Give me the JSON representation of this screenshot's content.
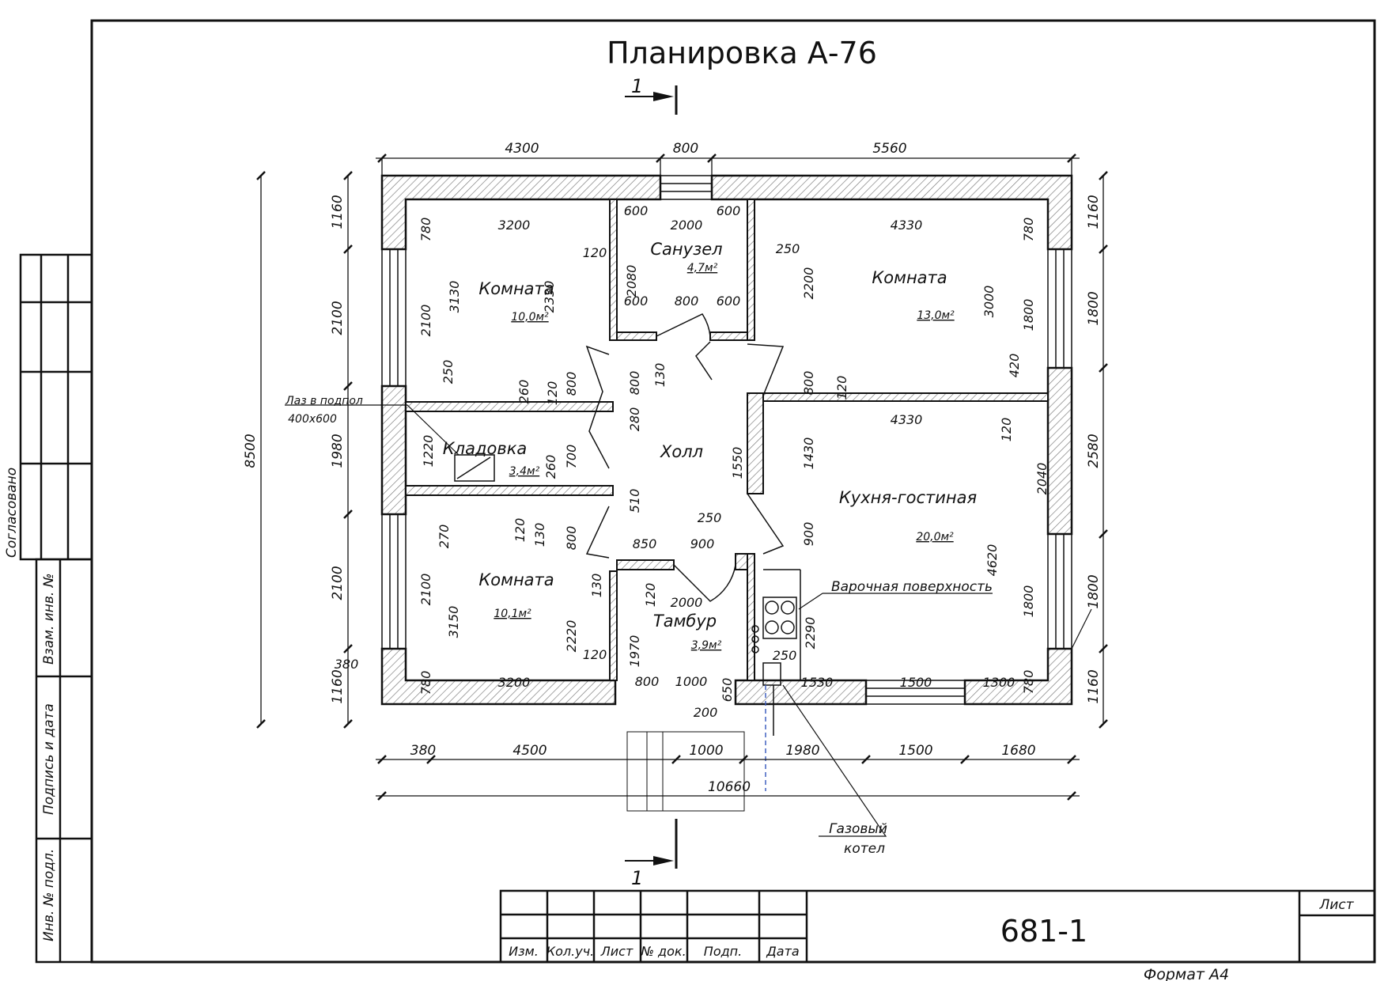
{
  "title": "Планировка А-76",
  "section_mark": "1",
  "rooms": [
    {
      "name": "Комната",
      "area": "10,0м²"
    },
    {
      "name": "Санузел",
      "area": "4,7м²"
    },
    {
      "name": "Комната",
      "area": "13,0м²"
    },
    {
      "name": "Кладовка",
      "area": "3,4м²"
    },
    {
      "name": "Холл",
      "area": ""
    },
    {
      "name": "Кухня-гостиная",
      "area": "20,0м²"
    },
    {
      "name": "Комната",
      "area": "10,1м²"
    },
    {
      "name": "Тамбур",
      "area": "3,9м²"
    }
  ],
  "notes": {
    "hatch_line1": "Лаз в подпол",
    "hatch_line2": "400х600",
    "cooktop": "Варочная поверхность",
    "boiler_line1": "Газовый",
    "boiler_line2": "котел"
  },
  "dims_top": [
    "4300",
    "800",
    "5560"
  ],
  "dims_bottom": [
    "380",
    "4500",
    "1000",
    "1980",
    "1500",
    "1680"
  ],
  "dim_total_width": "10660",
  "dim_total_height": "8500",
  "dims_left": [
    "1160",
    "2100",
    "1980",
    "2100",
    "1160"
  ],
  "dims_right": [
    "1160",
    "1800",
    "2580",
    "1800",
    "1160"
  ],
  "dims_interior": [
    "3200",
    "780",
    "3130",
    "2100",
    "2330",
    "250",
    "260",
    "120",
    "800",
    "1220",
    "260",
    "700",
    "120",
    "130",
    "800",
    "270",
    "2100",
    "3150",
    "2220",
    "120",
    "780",
    "3200",
    "380",
    "600",
    "2000",
    "600",
    "120",
    "2080",
    "600",
    "800",
    "600",
    "800",
    "130",
    "280",
    "510",
    "850",
    "900",
    "250",
    "1550",
    "130",
    "120",
    "2000",
    "1970",
    "800",
    "1000",
    "650",
    "200",
    "4330",
    "780",
    "250",
    "2200",
    "3000",
    "1800",
    "420",
    "800",
    "120",
    "4330",
    "120",
    "1430",
    "2040",
    "900",
    "4620",
    "1800",
    "2290",
    "250",
    "1530",
    "1500",
    "1300",
    "780"
  ],
  "side_stamp": {
    "agreed": "Согласовано",
    "interchange": "Взам. инв. №",
    "signature_date": "Подпись и дата",
    "inv_number": "Инв. № подл."
  },
  "title_block": {
    "headers": [
      "Изм.",
      "Кол.уч.",
      "Лист",
      "№ док.",
      "Подп.",
      "Дата"
    ],
    "doc_code": "681-1",
    "sheet_label": "Лист"
  },
  "format": "Формат А4"
}
